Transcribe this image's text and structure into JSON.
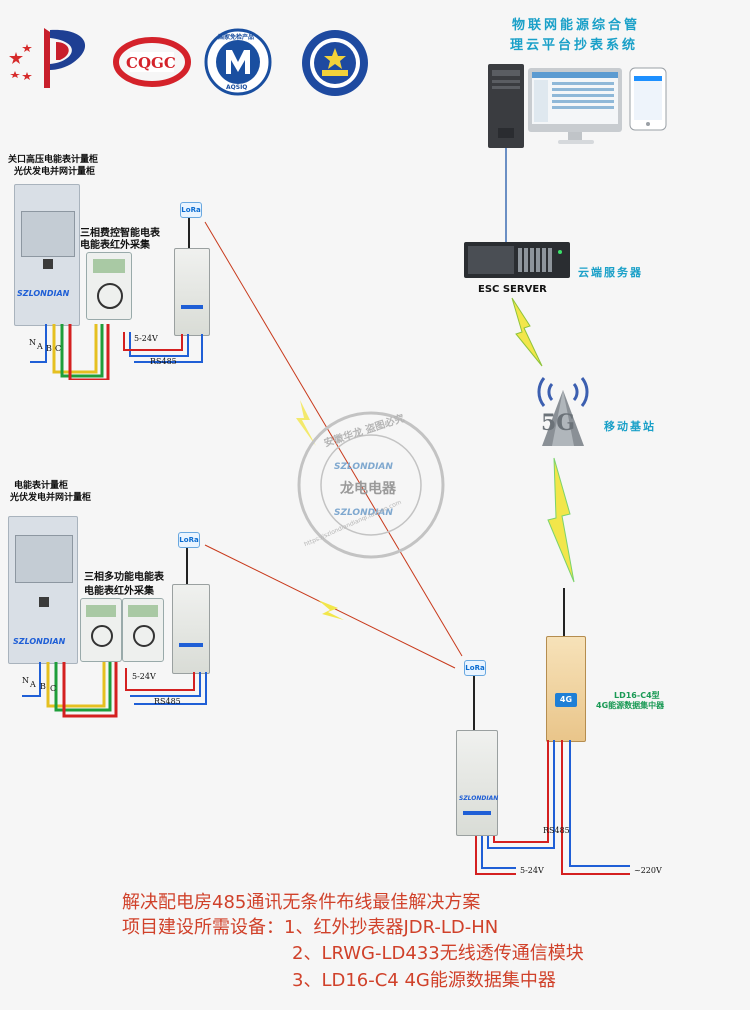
{
  "header": {
    "system_title_line1": "物联网能源综合管",
    "system_title_line2": "理云平台抄表系统"
  },
  "logos": [
    {
      "name": "brand-logo",
      "icon": "red-blue-flag-logo"
    },
    {
      "name": "cqgc-logo",
      "text": "CQGC"
    },
    {
      "name": "aqsiq-logo",
      "text_top": "国家免检产品",
      "text_bottom": "AQSIQ"
    },
    {
      "name": "national-emblem-logo",
      "icon": "blue-seal-emblem"
    }
  ],
  "cloud": {
    "server_label": "ESC SERVER",
    "server_caption": "云端服务器",
    "base_station_caption": "移动基站",
    "base_station_badge": "5G"
  },
  "cabinet1": {
    "title_line1": "关口高压电能表计量柜",
    "title_line2": "光伏发电并网计量柜",
    "brand": "SZLONDIAN",
    "meter_caption_line1": "三相费控智能电表",
    "meter_caption_line2": "电能表红外采集",
    "phases": [
      "N",
      "A",
      "B",
      "C"
    ],
    "power_label": "5-24V",
    "bus_label": "RS485",
    "lora_badge": "LoRa"
  },
  "cabinet2": {
    "title_line1": "电能表计量柜",
    "title_line2": "光伏发电并网计量柜",
    "brand": "SZLONDIAN",
    "meter_caption_line1": "三相多功能电能表",
    "meter_caption_line2": "电能表红外采集",
    "phases": [
      "N",
      "A",
      "B",
      "C"
    ],
    "power_label": "5-24V",
    "bus_label": "RS485",
    "lora_badge": "LoRa"
  },
  "gateway": {
    "lora_badge": "LoRa",
    "power_label": "5-24V",
    "bus_label": "RS485",
    "brand": "SZLONDIAN"
  },
  "concentrator": {
    "model_line1": "LD16-C4型",
    "model_line2": "4G能源数据集中器",
    "badge": "4G",
    "mains_label": "~220V"
  },
  "watermark": {
    "center_text": "龙电电器",
    "brand_top": "SZLONDIAN",
    "brand_bottom": "SZLONDIAN",
    "ring_text": "安徽华龙  盗图必究",
    "url_text": "https://szlondiandianqi.taobao.com"
  },
  "footer": {
    "line1": "解决配电房485通讯无条件布线最佳解决方案",
    "line2": "项目建设所需设备：1、红外抄表器JDR-LD-HN",
    "line3": "2、LRWG-LD433无线透传通信模块",
    "line4": "3、LD16-C4  4G能源数据集中器"
  },
  "colors": {
    "title_cyan": "#1aa0c8",
    "footer_red": "#d0412a",
    "wire_red": "#d42020",
    "wire_blue": "#1f5fd6",
    "wire_green": "#1e9e3a",
    "wire_yellow": "#e5c020",
    "lightning_yellow": "#f2e64a",
    "lightning_green": "#7bd36c",
    "link_red": "#c83a1c"
  }
}
